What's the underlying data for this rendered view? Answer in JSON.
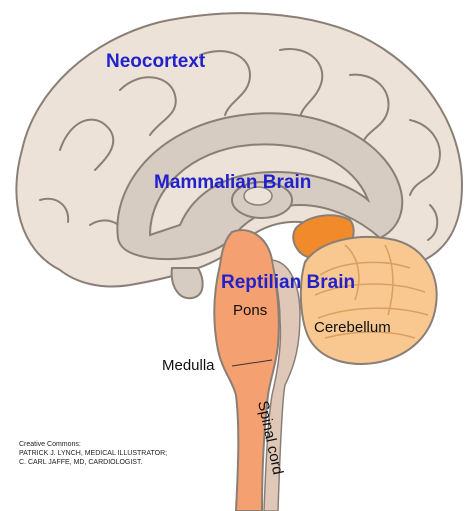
{
  "labels": {
    "neocortex": "Neocortext",
    "mammalian": "Mammalian Brain",
    "reptilian": "Reptilian Brain",
    "pons": "Pons",
    "cerebellum": "Cerebellum",
    "medulla": "Medulla",
    "spinal_cord": "Spinal cord"
  },
  "credit": {
    "line1": "Creative Commons:",
    "line2": "PATRICK J. LYNCH, MEDICAL ILLUSTRATOR;",
    "line3": "C. CARL JAFFE, MD, CARDIOLOGIST."
  },
  "colors": {
    "cortex": "#ece2d8",
    "limbic": "#d6ccc2",
    "brainstem": "#f4a070",
    "midbrain_accent": "#f08a2a",
    "cerebellum": "#f8c890",
    "outline": "#8a7f76",
    "label_blue": "#2222cc"
  }
}
